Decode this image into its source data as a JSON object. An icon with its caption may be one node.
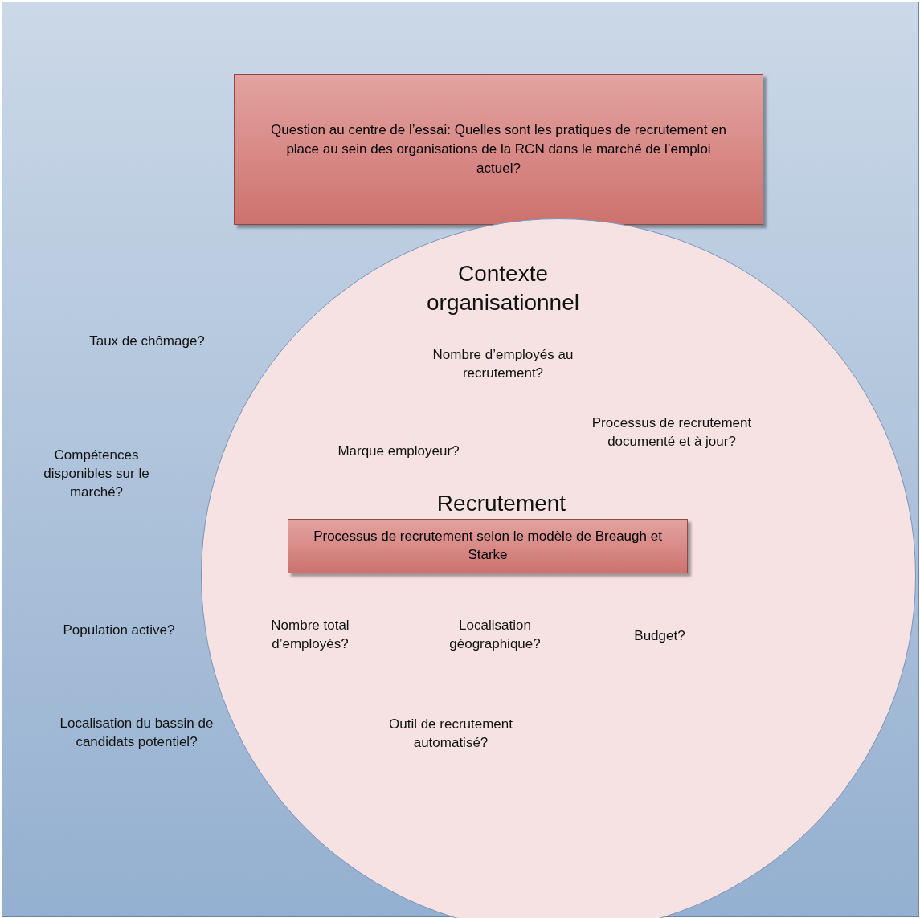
{
  "diagram": {
    "nodes": [
      {
        "text": [
          "Question au centre de l’essai: Quelles sont les pratiques de recrutement en place au sein des organisations de la RCN dans le marché de l’emploi actuel?"
        ]
      },
      {
        "text": [
          "Contexte organisationnel",
          "Nombre d’employés au recrutement?",
          "Marque employeur?",
          "Processus de recrutement documenté et à jour?",
          "Recrutement",
          "Nombre total d’employés?",
          "Localisation géographique?",
          "Budget?",
          "Outil de recrutement automatisé?"
        ]
      },
      {
        "text": [
          "Processus de recrutement selon le modèle de Breaugh et Starke"
        ],
        "in": 1
      }
    ],
    "edges": [],
    "labels": [
      "Taux de chômage?",
      "Compétences disponibles sur le marché?",
      "Population active?",
      "Localisation du bassin de candidats potentiel?"
    ]
  }
}
